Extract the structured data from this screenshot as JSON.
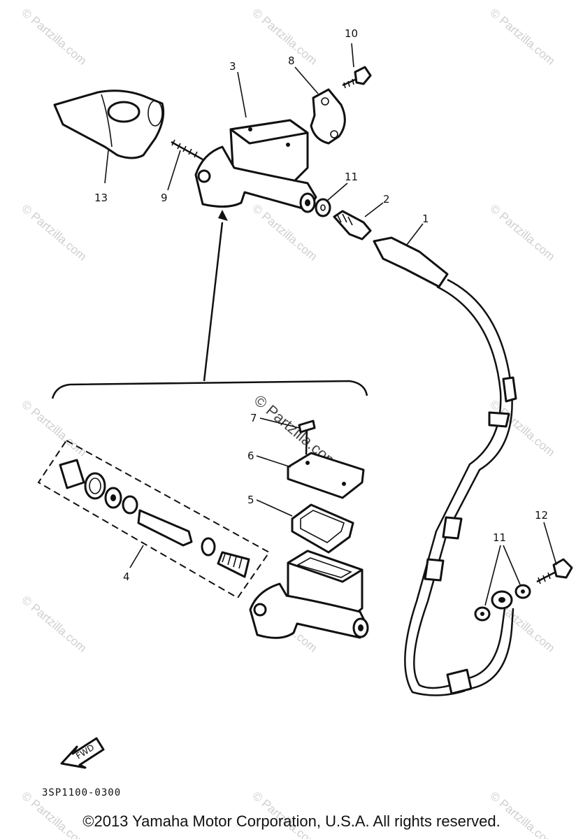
{
  "watermark": "© Partzilla.com",
  "callouts": {
    "c1": "1",
    "c2": "2",
    "c3": "3",
    "c4": "4",
    "c5": "5",
    "c6": "6",
    "c7": "7",
    "c8": "8",
    "c9": "9",
    "c10": "10",
    "c11a": "11",
    "c11b": "11",
    "c12": "12",
    "c13": "13"
  },
  "fwd_label": "FWD",
  "diagram_code": "3SP1100-0300",
  "copyright": "©2013  Yamaha Motor Corporation, U.S.A. All rights reserved."
}
